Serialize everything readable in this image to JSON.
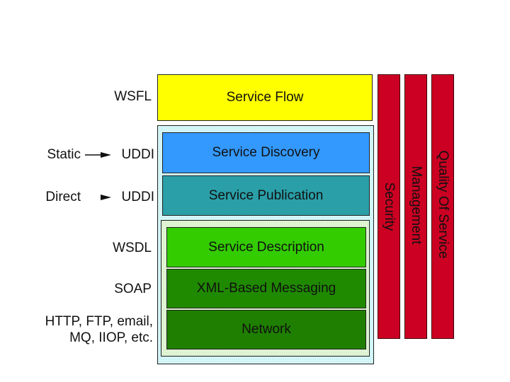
{
  "diagram": {
    "layers": {
      "service_flow": "Service Flow",
      "service_discovery": "Service Discovery",
      "service_publication": "Service Publication",
      "service_description": "Service Description",
      "xml_messaging": "XML-Based Messaging",
      "network": "Network"
    },
    "left_labels": {
      "wsfl": "WSFL",
      "static": "Static",
      "uddi_1": "UDDI",
      "direct": "Direct",
      "uddi_2": "UDDI",
      "wsdl": "WSDL",
      "soap": "SOAP",
      "protocols_line1": "HTTP, FTP, email,",
      "protocols_line2": "MQ, IIOP, etc."
    },
    "vertical_bars": {
      "security": "Security",
      "management": "Management",
      "quality_of_service": "Quality Of Service"
    },
    "colors": {
      "service_flow": "#ffff00",
      "service_discovery": "#3399ff",
      "service_publication": "#2a9fa8",
      "service_description": "#33cc00",
      "xml_messaging": "#1f8a00",
      "network": "#1f7f00",
      "bars": "#cc0022"
    }
  }
}
